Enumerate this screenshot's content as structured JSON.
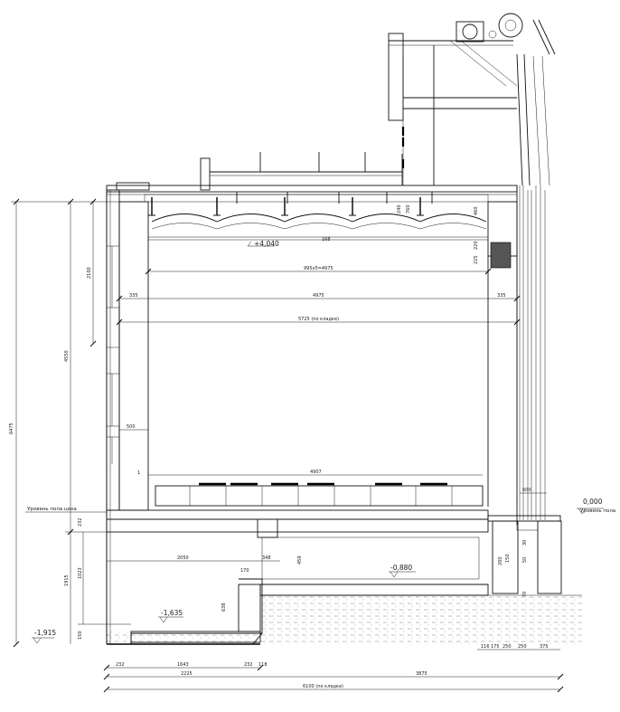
{
  "levels": {
    "ceiling_mark": "+4,040",
    "floor_zero": "0,000",
    "floor_zero_note": "Уровень пола",
    "floor_left_note": "Уровень пола цеха",
    "pit_level": "-0,880",
    "pit_bottom_left": "-1,635",
    "foundation_bottom": "-1,915"
  },
  "dims_horizontal": {
    "span_top_formula": "995х5=4975",
    "span_inner": "4975",
    "left_wall_offset": "335",
    "right_wall_offset": "335",
    "span_masonry": "5725 (по кладке)",
    "wall_niche": "500",
    "platform_len": "4907",
    "right_step": "600",
    "pit_len": "2050",
    "pit_step": "348",
    "bottom_232a": "232",
    "bottom_1643": "1643",
    "bottom_232b": "232",
    "bottom_118": "118",
    "bottom_2225": "2225",
    "bottom_3875": "3875",
    "overall_total": "6100 (по кладке)",
    "right_seg_1": "116",
    "right_seg_2": "175",
    "right_seg_3": "250",
    "right_seg_4": "250",
    "right_seg_5": "375",
    "slab_right_168": "168"
  },
  "dims_vertical": {
    "total_height": "6475",
    "wall_height": "4550",
    "upper_seg": "2100",
    "pit_depth": "1915",
    "pit_upper": "1023",
    "small_232": "232",
    "small_150": "150",
    "slab_240": "240",
    "slab_460": "460",
    "beam_225": "225",
    "beam_220": "220",
    "beam_760": "760",
    "step_459": "459",
    "step_638": "638",
    "step_170": "170",
    "right_200": "200",
    "right_50": "50",
    "right_150": "150",
    "right_70": "70",
    "right_30": "30"
  },
  "misc": {
    "left_tick_1": "1"
  }
}
